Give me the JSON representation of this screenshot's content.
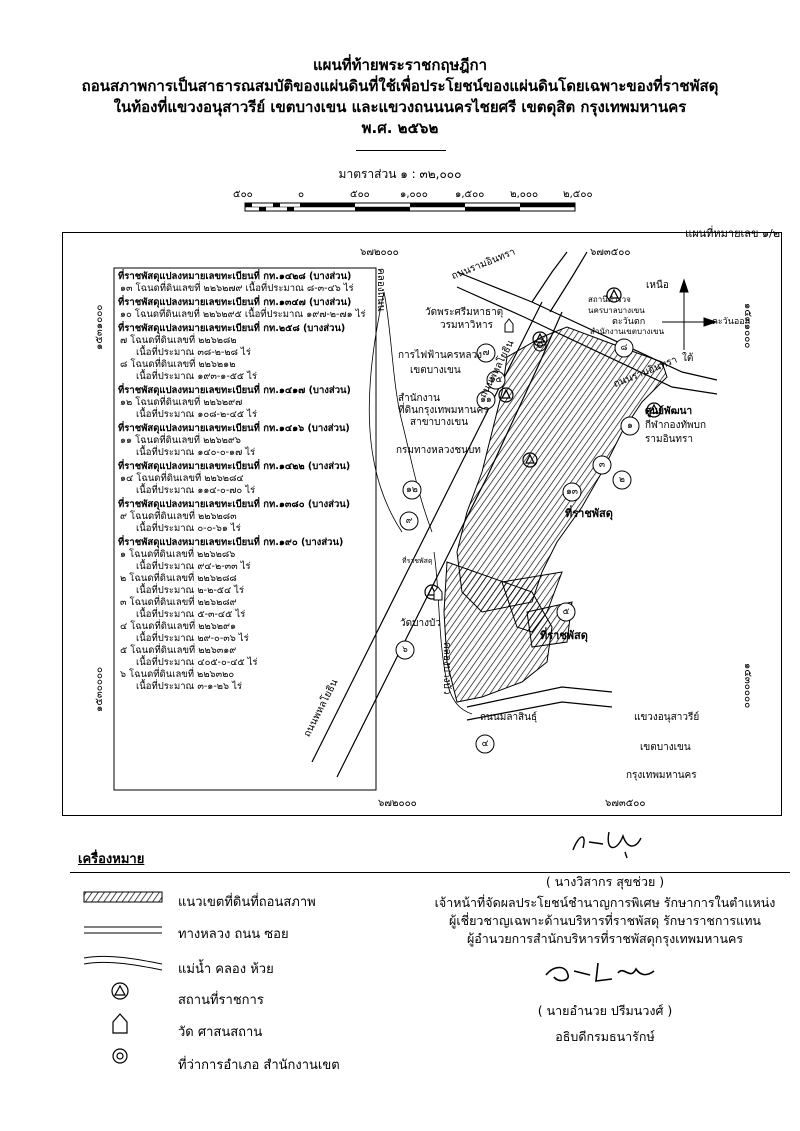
{
  "title": {
    "line1": "แผนที่ท้ายพระราชกฤษฎีกา",
    "line2": "ถอนสภาพการเป็นสาธารณสมบัติของแผ่นดินที่ใช้เพื่อประโยชน์ของแผ่นดินโดยเฉพาะของที่ราชพัสดุ",
    "line3": "ในท้องที่แขวงอนุสาวรีย์  เขตบางเขน และแขวงถนนนครไชยศรี เขตดุสิต กรุงเทพมหานคร",
    "line4": "พ.ศ. ๒๕๖๒"
  },
  "scale": {
    "label": "มาตราส่วน ๑ : ๓๒,๐๐๐",
    "ticks": [
      "๕๐๐",
      "๐",
      "๕๐๐",
      "๑,๐๐๐",
      "๑,๕๐๐",
      "๒,๐๐๐",
      "๒,๕๐๐"
    ]
  },
  "sheet_number": "แผนที่หมายเลข ๑/๒",
  "coords": {
    "top_left": "๖๗๒๐๐๐",
    "top_right": "๖๗๓๕๐๐",
    "bottom_left": "๖๗๒๐๐๐",
    "bottom_right": "๖๗๓๕๐๐",
    "left_top": "๑๕๓๑๐๐๐",
    "left_bottom": "๑๕๓๐๐๐๐",
    "right_top": "๑๕๓๑๐๐๐",
    "right_bottom": "๑๕๓๐๐๐๐"
  },
  "parcels": [
    {
      "head": "ที่ราชพัสดุแปลงหมายเลขทะเบียนที่ กท.๑๔๒๘ (บางส่วน)",
      "lines": [
        "๑๓ โฉนดที่ดินเลขที่ ๒๒๖๒๗๙   เนื้อที่ประมาณ ๘-๓-๔๖ ไร่"
      ]
    },
    {
      "head": "ที่ราชพัสดุแปลงหมายเลขทะเบียนที่ กท.๑๓๔๗ (บางส่วน)",
      "lines": [
        "๑๐ โฉนดที่ดินเลขที่ ๒๒๖๒๙๕ เนื้อที่ประมาณ ๑๙๗-๒-๗๑ ไร่"
      ]
    },
    {
      "head": "ที่ราชพัสดุแปลงหมายเลขทะเบียนที่ กท.๒๕๘ (บางส่วน)",
      "lines": [
        "๗ โฉนดที่ดินเลขที่ ๒๒๖๒๘๒",
        "เนื้อที่ประมาณ ๓๘-๒-๒๘ ไร่",
        "๘ โฉนดที่ดินเลขที่ ๒๒๖๒๑๒",
        "เนื้อที่ประมาณ ๑๙๓-๑-๕๕ ไร่"
      ]
    },
    {
      "head": "ที่ราชพัสดุแปลงหมายเลขทะเบียนที่ กท.๑๔๑๗ (บางส่วน)",
      "lines": [
        "๑๒ โฉนดที่ดินเลขที่ ๒๒๖๒๙๗",
        "เนื้อที่ประมาณ ๑๐๘-๒-๔๕ ไร่"
      ]
    },
    {
      "head": "ที่ราชพัสดุแปลงหมายเลขทะเบียนที่ กท.๑๔๑๖ (บางส่วน)",
      "lines": [
        "๑๑ โฉนดที่ดินเลขที่ ๒๒๖๒๙๖",
        "เนื้อที่ประมาณ ๑๔๐-๐-๑๗ ไร่"
      ]
    },
    {
      "head": "ที่ราชพัสดุแปลงหมายเลขทะเบียนที่ กท.๑๔๒๒ (บางส่วน)",
      "lines": [
        "๑๔ โฉนดที่ดินเลขที่ ๒๒๖๒๘๔",
        "เนื้อที่ประมาณ ๑๑๔-๐-๗๐ ไร่"
      ]
    },
    {
      "head": "ที่ราชพัสดุแปลงหมายเลขทะเบียนที่ กท.๑๓๘๐ (บางส่วน)",
      "lines": [
        "๙ โฉนดที่ดินเลขที่ ๒๒๖๒๘๓",
        "เนื้อที่ประมาณ ๐-๐-๖๑ ไร่"
      ]
    },
    {
      "head": "ที่ราชพัสดุแปลงหมายเลขทะเบียนที่ กท.๑๙๐ (บางส่วน)",
      "lines": [
        "๑ โฉนดที่ดินเลขที่ ๒๒๖๒๘๖",
        "เนื้อที่ประมาณ ๙๔-๒-๓๓ ไร่",
        "๒ โฉนดที่ดินเลขที่ ๒๒๖๒๘๘",
        "เนื้อที่ประมาณ ๒-๒-๕๔ ไร่",
        "๓ โฉนดที่ดินเลขที่ ๒๒๖๒๘๙",
        "เนื้อที่ประมาณ ๕-๓-๔๕ ไร่",
        "๔ โฉนดที่ดินเลขที่ ๒๒๖๒๙๑",
        "เนื้อที่ประมาณ ๒๙-๐-๓๖ ไร่",
        "๕ โฉนดที่ดินเลขที่ ๒๒๖๓๑๙",
        "เนื้อที่ประมาณ ๔๐๕-๐-๔๕ ไร่",
        "๖ โฉนดที่ดินเลขที่ ๒๒๖๓๒๐",
        "เนื้อที่ประมาณ ๓-๑-๒๖ ไร่"
      ]
    }
  ],
  "map_labels": {
    "road_ramintra_1": "ถนนรามอินทรา",
    "road_ramintra_2": "ถนนรามอินทรา",
    "road_phahonyothin_1": "ถนนพหลโยธิน",
    "road_phahonyothin_2": "ถนนพหลโยธิน",
    "road_malasinthu": "ถนนมลาสินธุ์",
    "canal_songthanon": "คลองถนน",
    "canal_bangbua": "คลองบางบัว",
    "wat_phra_sri": "วัดพระศรีมหาธาตุ",
    "wat_phra_sri_2": "วรมหาวิหาร",
    "police": "สถานีตำรวจ",
    "police_2": "นครบาลบางเขน",
    "district_office": "สำนักงานเขตบางเขน",
    "electricity": "การไฟฟ้านครหลวง",
    "electricity_2": "เขตบางเขน",
    "land_office": "สำนักงาน",
    "land_office_2": "ที่ดินกรุงเทพมหานคร",
    "land_office_3": "สาขาบางเขน",
    "highways": "กรมทางหลวงชนบท",
    "sports": "ศูนย์พัฒนา",
    "sports_2": "กีฬากองทัพบก",
    "sports_3": "รามอินทรา",
    "treasury_1": "ที่ราชพัสดุ",
    "treasury_2": "ที่ราชพัสดุ",
    "wat_bangbua": "วัดบางบัว",
    "area_1": "แขวงอนุสาวรีย์",
    "area_2": "เขตบางเขน",
    "area_3": "กรุงเทพมหานคร",
    "north": "เหนือ",
    "south": "ใต้",
    "west": "ตะวันตก",
    "east": "ตะวันออก",
    "small_treasury": "ที่ราชพัสดุ",
    "n7": "๗",
    "n8": "๘",
    "n15": "๑๕",
    "n11": "๑๑",
    "n1": "๑",
    "n2": "๒",
    "n3": "๓",
    "n12": "๑๒",
    "n13": "๑๓",
    "n9": "๙",
    "n5": "๕",
    "n6": "๖",
    "n4": "๔"
  },
  "legend": {
    "title": "เครื่องหมาย",
    "items": [
      {
        "label": "แนวเขตที่ดินที่ถอนสภาพ"
      },
      {
        "label": "ทางหลวง ถนน ซอย"
      },
      {
        "label": "แม่น้ำ คลอง ห้วย"
      },
      {
        "label": "สถานที่ราชการ"
      },
      {
        "label": "วัด ศาสนสถาน"
      },
      {
        "label": "ที่ว่าการอำเภอ  สำนักงานเขต"
      }
    ]
  },
  "signatures": {
    "sig1_name": "( นางวิสากร สุขช่วย )",
    "sig1_line1": "เจ้าหน้าที่จัดผลประโยชน์ชำนาญการพิเศษ รักษาการในตำแหน่ง",
    "sig1_line2": "ผู้เชี่ยวชาญเฉพาะด้านบริหารที่ราชพัสดุ รักษาราชการแทน",
    "sig1_line3": "ผู้อำนวยการสำนักบริหารที่ราชพัสดุกรุงเทพมหานคร",
    "sig2_name": "( นายอำนวย ปรีมนวงศ์ )",
    "sig2_title": "อธิบดีกรมธนารักษ์"
  }
}
